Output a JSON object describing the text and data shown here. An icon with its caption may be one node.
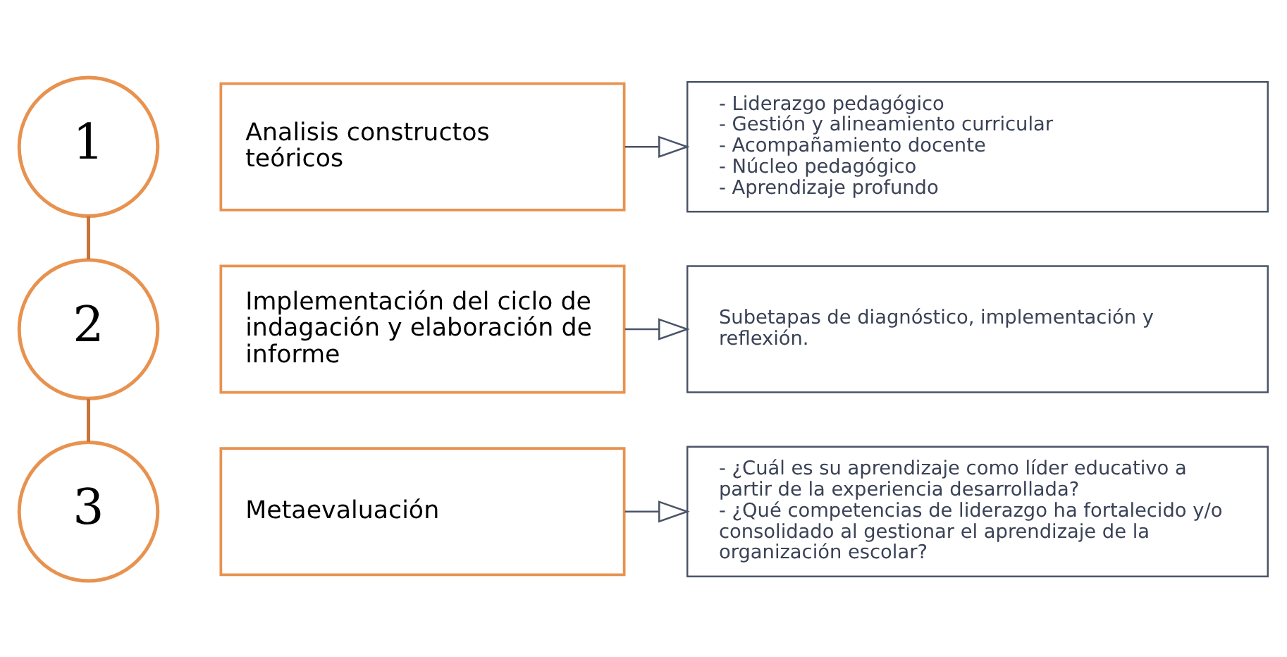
{
  "diagram": {
    "nodes": [
      {
        "text": [
          "1"
        ]
      },
      {
        "text": [
          "Analisis constructos teóricos"
        ]
      },
      {
        "text": [
          "- Liderazgo pedagógico",
          "- Gestión y alineamiento curricular",
          "- Acompañamiento docente",
          "- Núcleo pedagógico",
          "- Aprendizaje profundo"
        ]
      },
      {
        "text": [
          "2"
        ]
      },
      {
        "text": [
          "Implementación del ciclo de indagación y elaboración de informe"
        ]
      },
      {
        "text": [
          "Subetapas de diagnóstico, implementación y reflexión."
        ]
      },
      {
        "text": [
          "3"
        ]
      },
      {
        "text": [
          "Metaevaluación"
        ]
      },
      {
        "text": [
          "- ¿Cuál es su aprendizaje como líder educativo a partir de la experiencia desarrollada?",
          "- ¿Qué competencias de liderazgo ha fortalecido y/o consolidado al gestionar el aprendizaje de la organización escolar?"
        ]
      }
    ],
    "edges": [
      {
        "from": 0,
        "to": 3,
        "arrow": "none",
        "color": "#c8743a"
      },
      {
        "from": 3,
        "to": 6,
        "arrow": "none",
        "color": "#c8743a"
      },
      {
        "from": 1,
        "to": 2,
        "arrow": "to"
      },
      {
        "from": 4,
        "to": 5,
        "arrow": "to"
      },
      {
        "from": 7,
        "to": 8,
        "arrow": "to"
      }
    ]
  }
}
